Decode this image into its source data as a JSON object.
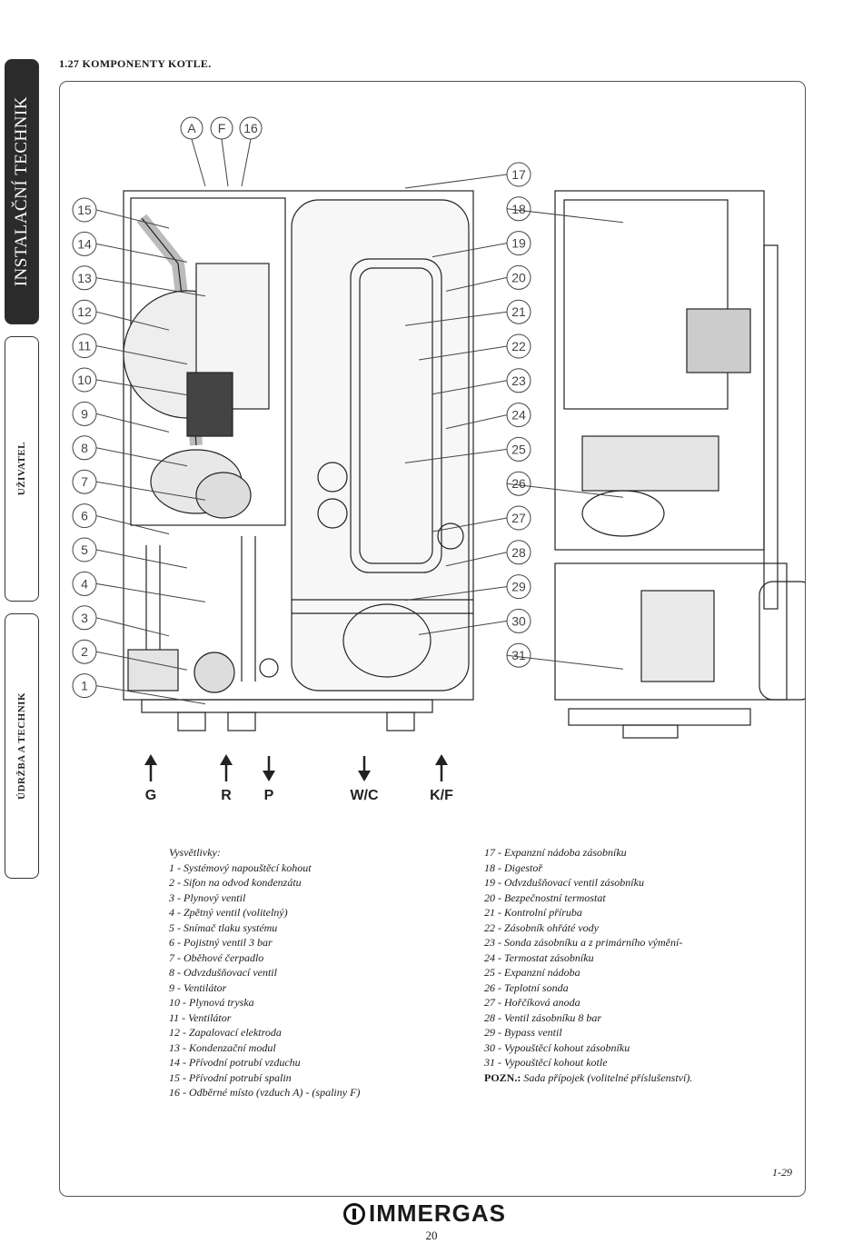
{
  "side_tabs": [
    {
      "label": "INSTALAČNÍ TECHNIK",
      "active": true
    },
    {
      "label": "UŽIVATEL",
      "active": false
    },
    {
      "label": "ÚDRŽBA A TECHNIK",
      "active": false
    }
  ],
  "header": {
    "title": "1.27 KOMPONENTY KOTLE."
  },
  "diagram": {
    "callouts_top": [
      "A",
      "F",
      "16"
    ],
    "callouts_left": [
      "15",
      "14",
      "13",
      "12",
      "11",
      "10",
      "9",
      "8",
      "7",
      "6",
      "5",
      "4",
      "3",
      "2",
      "1"
    ],
    "callouts_right": [
      "17",
      "18",
      "19",
      "20",
      "21",
      "22",
      "23",
      "24",
      "25",
      "26",
      "27",
      "28",
      "29",
      "30",
      "31"
    ],
    "connections": [
      "G",
      "R",
      "P",
      "W/C",
      "K/F"
    ]
  },
  "legend": {
    "title": "Vysvětlivky:",
    "left": [
      "1 - Systémový napouštěcí kohout",
      "2 - Sifon na odvod kondenzátu",
      "3 - Plynový ventil",
      "4 - Zpětný ventil (volitelný)",
      "5 - Snímač tlaku systému",
      "6 - Pojistný ventil 3 bar",
      "7 - Oběhové čerpadlo",
      "8 - Odvzdušňovací ventil",
      "9 - Ventilátor",
      "10 - Plynová tryska",
      "11 - Ventilátor",
      "12 - Zapalovací elektroda",
      "13 - Kondenzační modul",
      "14 - Přívodní potrubí vzduchu",
      "15 - Přívodní potrubí spalin",
      "16 - Odběrné místo (vzduch A) - (spaliny F)"
    ],
    "right": [
      "17 - Expanzní nádoba zásobníku",
      "18 - Digestoř",
      "19 - Odvzdušňovací ventil zásobníku",
      "20 - Bezpečnostní termostat",
      "21 - Kontrolní příruba",
      "22 - Zásobník ohřáté vody",
      "23 - Sonda zásobníku a z primárního výmění-",
      "24 - Termostat zásobníku",
      "25 - Expanzní nádoba",
      "26 - Teplotní sonda",
      "27 - Hořčíková anoda",
      "28 - Ventil zásobníku 8 bar",
      "29 - Bypass ventil",
      "30 - Vypouštěcí kohout zásobníku",
      "31 - Vypouštěcí kohout kotle"
    ],
    "note_label": "POZN.:",
    "note_text": "Sada přípojek (volitelné příslušenství)."
  },
  "figure_number": "1-29",
  "brand": "IMMERGAS",
  "page_number": "20"
}
